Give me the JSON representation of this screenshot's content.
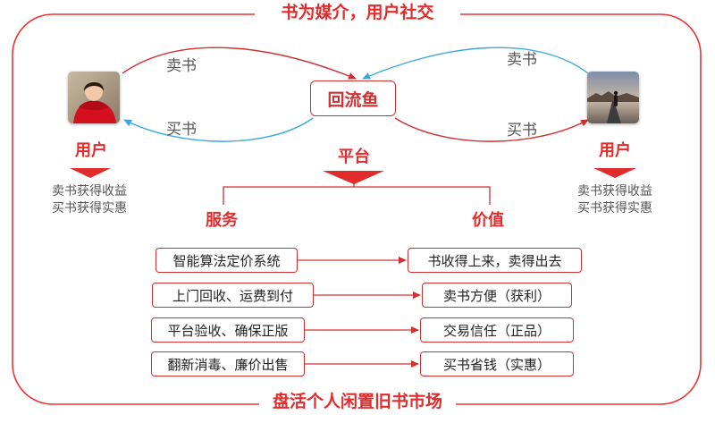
{
  "title_top": "书为媒介，用户社交",
  "title_bottom": "盘活个人闲置旧书市场",
  "center": "回流鱼",
  "flows": {
    "left_top": "卖书",
    "left_bottom": "买书",
    "right_top": "卖书",
    "right_bottom": "买书"
  },
  "users": [
    {
      "label": "用户",
      "benefits": "卖书获得收益\n买书获得实惠"
    },
    {
      "label": "用户",
      "benefits": "卖书获得收益\n买书获得实惠"
    }
  ],
  "platform": "平台",
  "services_title": "服务",
  "value_title": "价值",
  "services": [
    "智能算法定价系统",
    "上门回收、运费到付",
    "平台验收、确保正版",
    "翻新消毒、廉价出售"
  ],
  "values": [
    "书收得上来，卖得出去",
    "卖书方便（获利）",
    "交易信任（正品）",
    "买书省钱（实惠）"
  ],
  "colors": {
    "accent": "#e32b2b",
    "blue": "#3aa8dc",
    "text": "#555555"
  }
}
